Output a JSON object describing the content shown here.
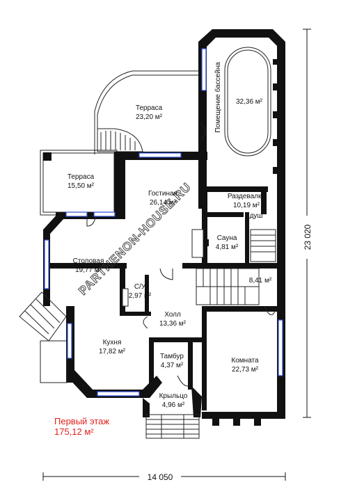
{
  "rooms": {
    "terrace_top": {
      "name": "Терраса",
      "area": "23,20 м²"
    },
    "pool": {
      "name": "Помещение бассейна",
      "area": "32,36 м²"
    },
    "terrace_left": {
      "name": "Терраса",
      "area": "15,50 м²"
    },
    "living": {
      "name": "Гостиная",
      "area": "26,14 м²"
    },
    "dressing": {
      "name": "Раздевалка",
      "area": "10,19 м²"
    },
    "shower": {
      "name": "душ"
    },
    "sauna": {
      "name": "Сауна",
      "area": "4,81 м²"
    },
    "dining": {
      "name": "Столовая",
      "area": "19,77 м²"
    },
    "wc": {
      "name": "С/У",
      "area": "2,97 м²"
    },
    "stair_area": {
      "area": "8,41 м²"
    },
    "hall": {
      "name": "Холл",
      "area": "13,36 м²"
    },
    "kitchen": {
      "name": "Кухня",
      "area": "17,82 м²"
    },
    "vestibule": {
      "name": "Тамбур",
      "area": "4,37 м²"
    },
    "room": {
      "name": "Комната",
      "area": "22,73 м²"
    },
    "porch": {
      "name": "Крыльцо",
      "area": "4,96 м²"
    }
  },
  "floor": {
    "title": "Первый этаж",
    "total_area": "175,12 м²"
  },
  "dimensions": {
    "width": "14 050",
    "height": "23 020"
  },
  "watermark": "PARTHENON-HOUSE.RU",
  "colors": {
    "wall": "#111111",
    "window": "#2a4bd7",
    "label": "#e0201b"
  }
}
